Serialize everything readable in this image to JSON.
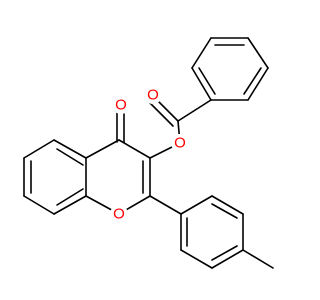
{
  "molecule": {
    "atoms": [
      {
        "id": "O_ketone",
        "symbol": "O"
      },
      {
        "id": "O_ester",
        "symbol": "O"
      },
      {
        "id": "O_carbonyl",
        "symbol": "O"
      },
      {
        "id": "O_ring",
        "symbol": "O"
      }
    ]
  },
  "colors": {
    "bond": "#000000",
    "oxygen": "#ff0000",
    "background": "#ffffff"
  }
}
